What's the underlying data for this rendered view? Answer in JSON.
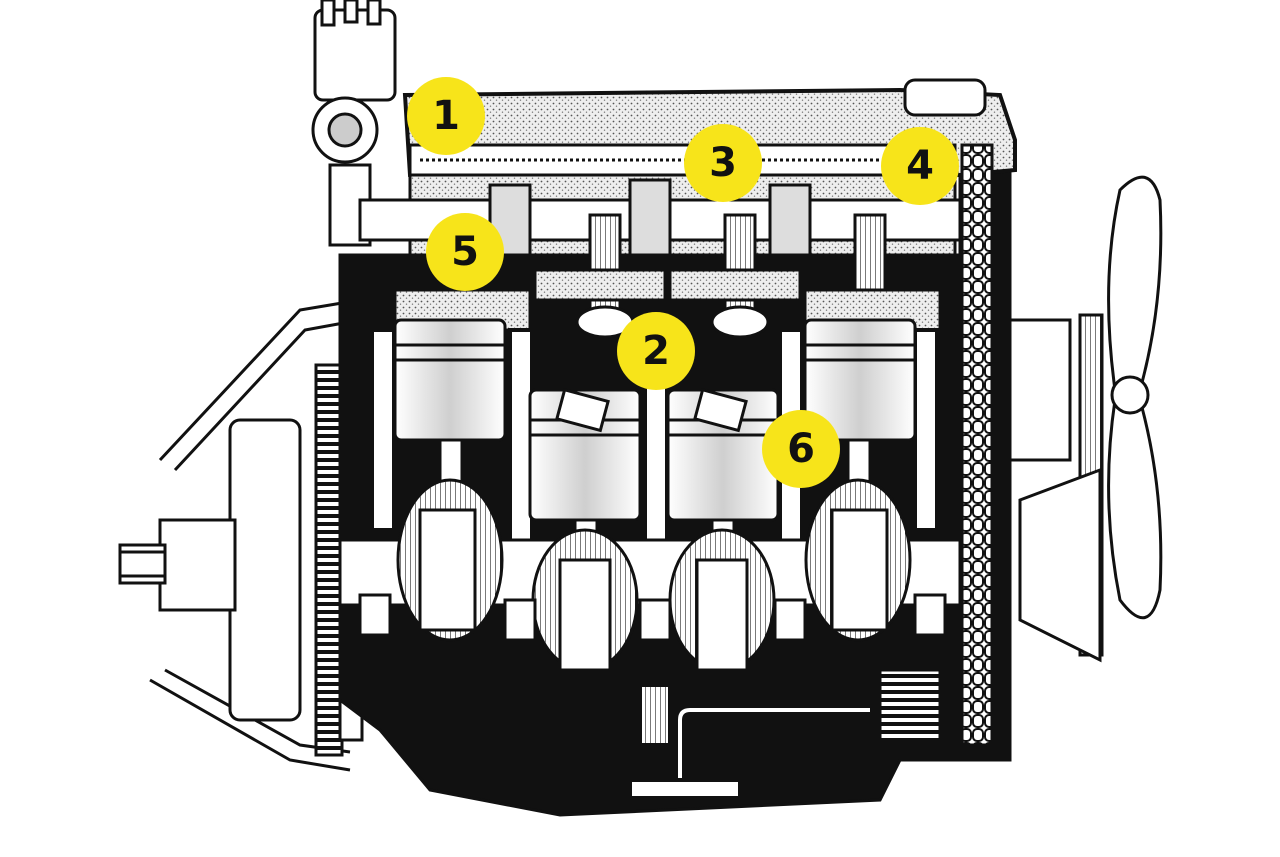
{
  "colors": {
    "marker_fill": "#f7e41a",
    "marker_text": "#111111",
    "ink": "#111111",
    "paper": "#ffffff"
  },
  "markers": [
    {
      "id": "1",
      "label": "1"
    },
    {
      "id": "2",
      "label": "2"
    },
    {
      "id": "3",
      "label": "3"
    },
    {
      "id": "4",
      "label": "4"
    },
    {
      "id": "5",
      "label": "5"
    },
    {
      "id": "6",
      "label": "6"
    }
  ]
}
